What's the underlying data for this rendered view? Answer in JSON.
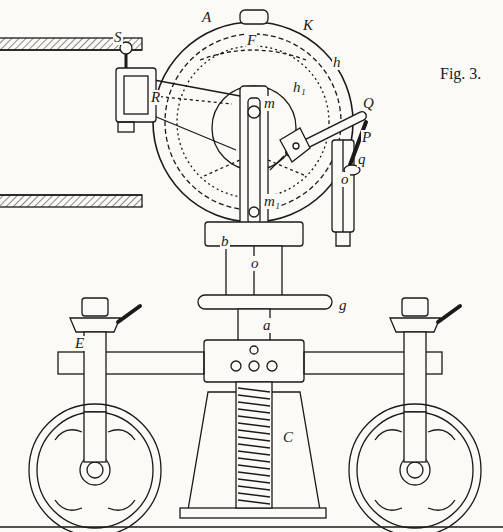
{
  "diagram": {
    "caption": "Fig. 3.",
    "labels": [
      "A",
      "F",
      "K",
      "S",
      "R",
      "h",
      "h₁",
      "m",
      "m₁",
      "Q",
      "P",
      "q",
      "o",
      "b",
      "o",
      "a",
      "g",
      "E",
      "C"
    ]
  }
}
